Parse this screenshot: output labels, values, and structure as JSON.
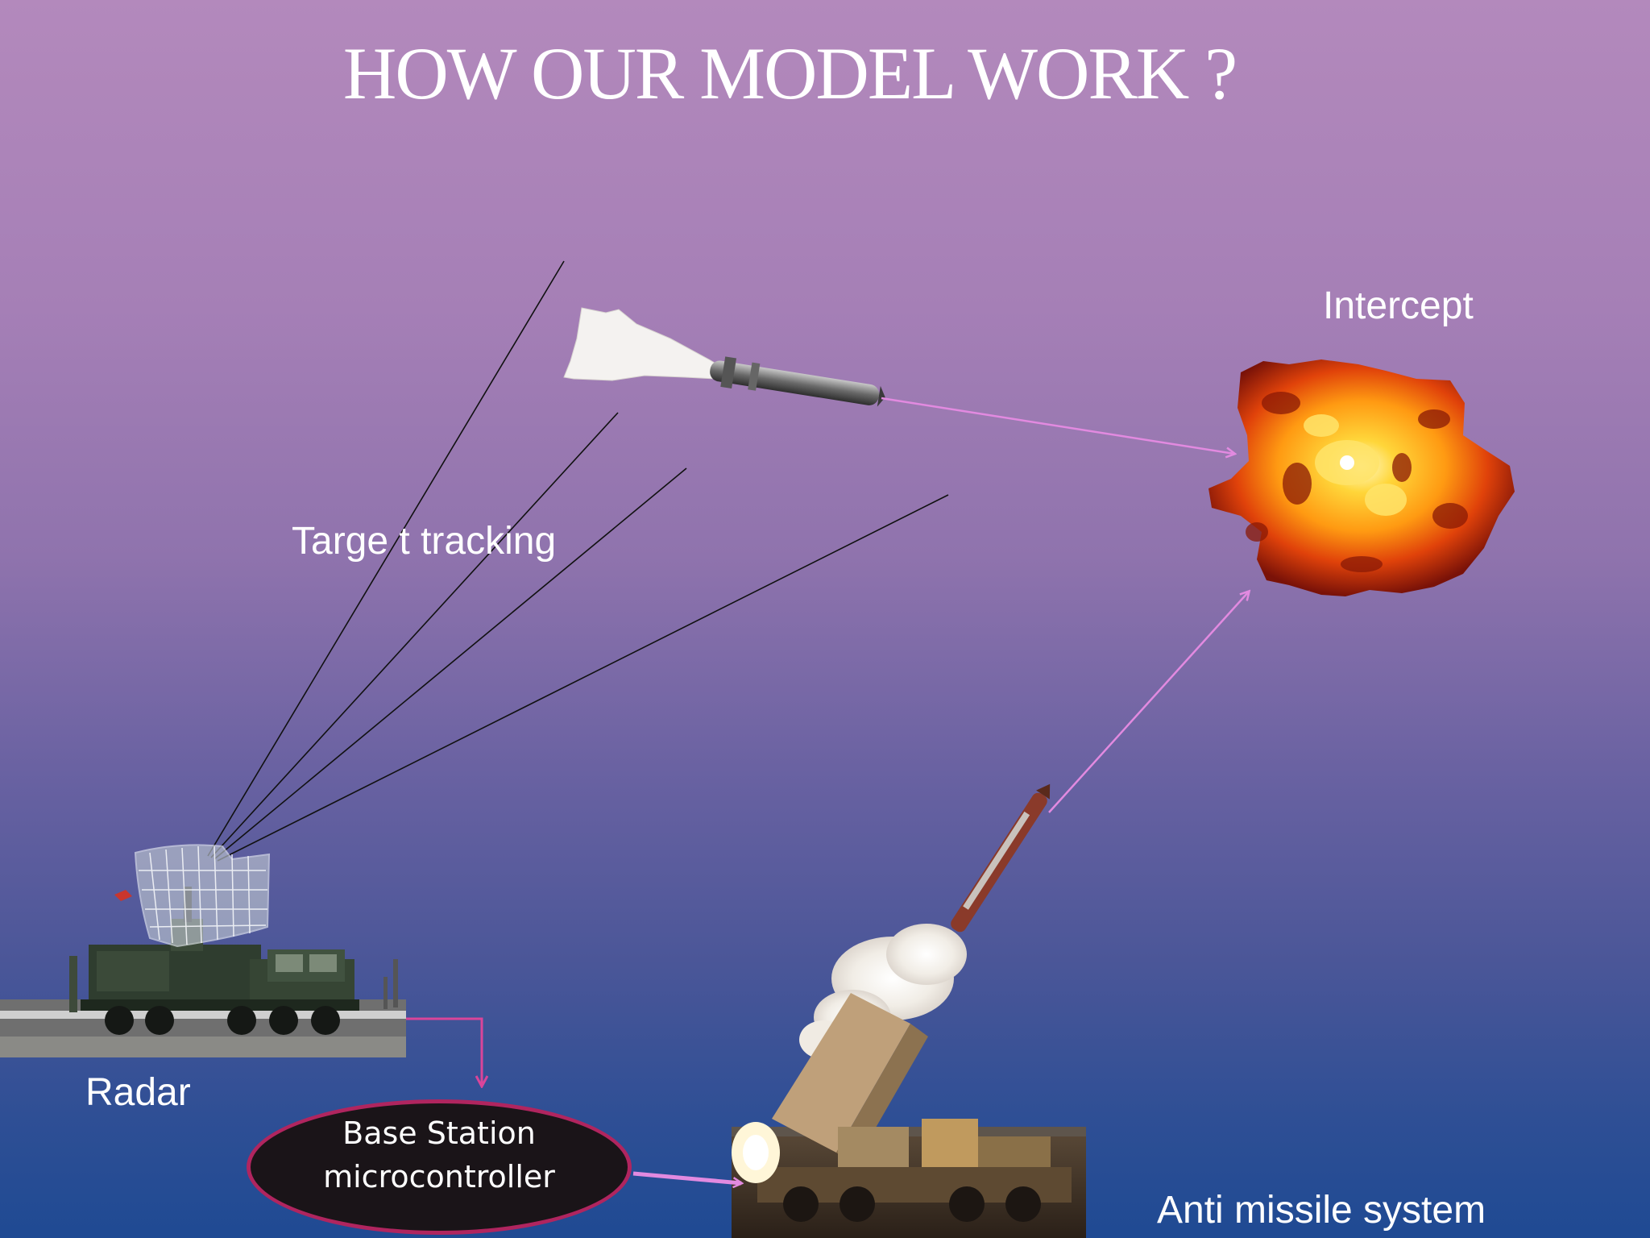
{
  "slide": {
    "title": "HOW OUR MODEL WORK ?",
    "labels": {
      "intercept": "Intercept",
      "target_tracking": "Targe t tracking",
      "radar": "Radar",
      "base_station_line1": "Base Station",
      "base_station_line2": "microcontroller",
      "anti_missile": "Anti missile system"
    },
    "colors": {
      "arrow": "#e28ae0",
      "connector": "#d9459a",
      "tracking_lines": "#111111",
      "ellipse_border": "#b0255f",
      "ellipse_fill": "#1a1418"
    }
  }
}
